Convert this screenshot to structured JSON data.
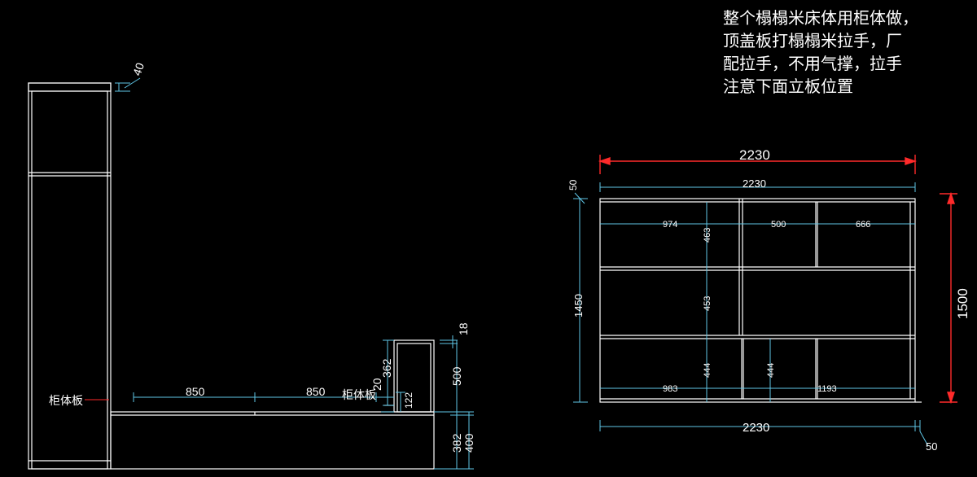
{
  "note_lines": [
    "整个榻榻米床体用柜体做，",
    "顶盖板打榻榻米拉手，厂",
    "配拉手，不用气撑，拉手",
    "注意下面立板位置"
  ],
  "side_view": {
    "dim_top": "40",
    "label_left": "柜体板",
    "label_right": "柜体板",
    "dim_850_a": "850",
    "dim_850_b": "850",
    "dim_20": "20",
    "dim_362": "362",
    "dim_122": "122",
    "dim_18": "18",
    "dim_500": "500",
    "dim_382": "382",
    "dim_400": "400"
  },
  "front_view": {
    "dim_total_red": "2230",
    "dim_total_top": "2230",
    "dim_total_bottom": "2230",
    "dim_50_top": "50",
    "dim_50_bottom": "50",
    "dim_height_1450": "1450",
    "dim_height_1500": "1500",
    "dim_974": "974",
    "dim_500": "500",
    "dim_666": "666",
    "dim_463": "463",
    "dim_453": "453",
    "dim_444_a": "444",
    "dim_444_b": "444",
    "dim_983": "983",
    "dim_1193": "1193"
  },
  "colors": {
    "outline": "#ffffff",
    "dimension": "#5fc6e6",
    "overall": "#ff2a2a",
    "text": "#ffffff"
  }
}
